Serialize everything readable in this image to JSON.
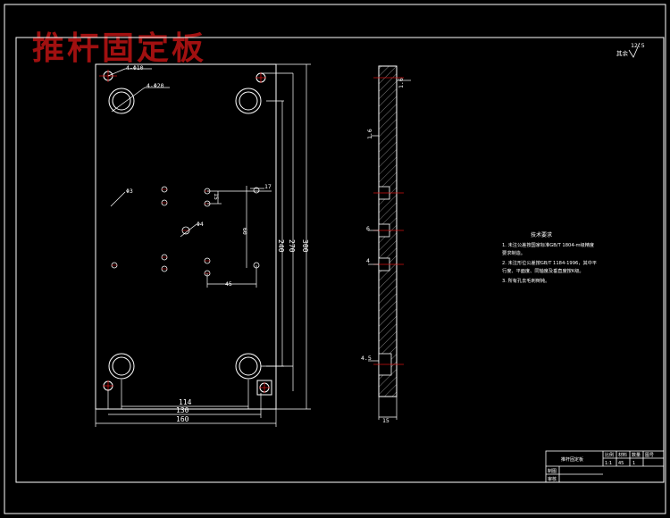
{
  "title": "推杆固定板",
  "roughness": {
    "prefix": "其余",
    "value": "12.5"
  },
  "front_view": {
    "labels": {
      "corner_hole_small": "4-Φ10",
      "corner_hole_large": "4-Φ20",
      "hole_3": "Φ3",
      "hole_4": "Φ4"
    },
    "dims": {
      "w_114": "114",
      "w_130": "130",
      "w_160": "160",
      "h_240": "240",
      "h_270": "270",
      "h_300": "300",
      "d_17": "17",
      "d_15": "15",
      "d_60": "60",
      "d_45": "45"
    }
  },
  "side_view": {
    "dims": {
      "r_top": "1.6",
      "r_left": "1.6",
      "d_6": "6",
      "d_4": "4",
      "d_4_5": "4.5",
      "thick_15": "15"
    }
  },
  "tech_notes": {
    "title": "技术要求",
    "items": [
      "1. 未注公差按国家标准GB/T 1804-m级精度",
      "   要求制造。",
      "2. 未注形位公差按GB/T 1184-1996，其中平",
      "   行度、平面度、同轴度及垂直度按K级。",
      "3. 所有孔去毛刺倒钝。"
    ]
  },
  "title_block": {
    "part_name": "推杆固定板",
    "headers": [
      "比例",
      "材料",
      "数量",
      "图号"
    ],
    "values": [
      "1:1",
      "45",
      "1",
      ""
    ],
    "rows": [
      "制图",
      "审核"
    ]
  }
}
